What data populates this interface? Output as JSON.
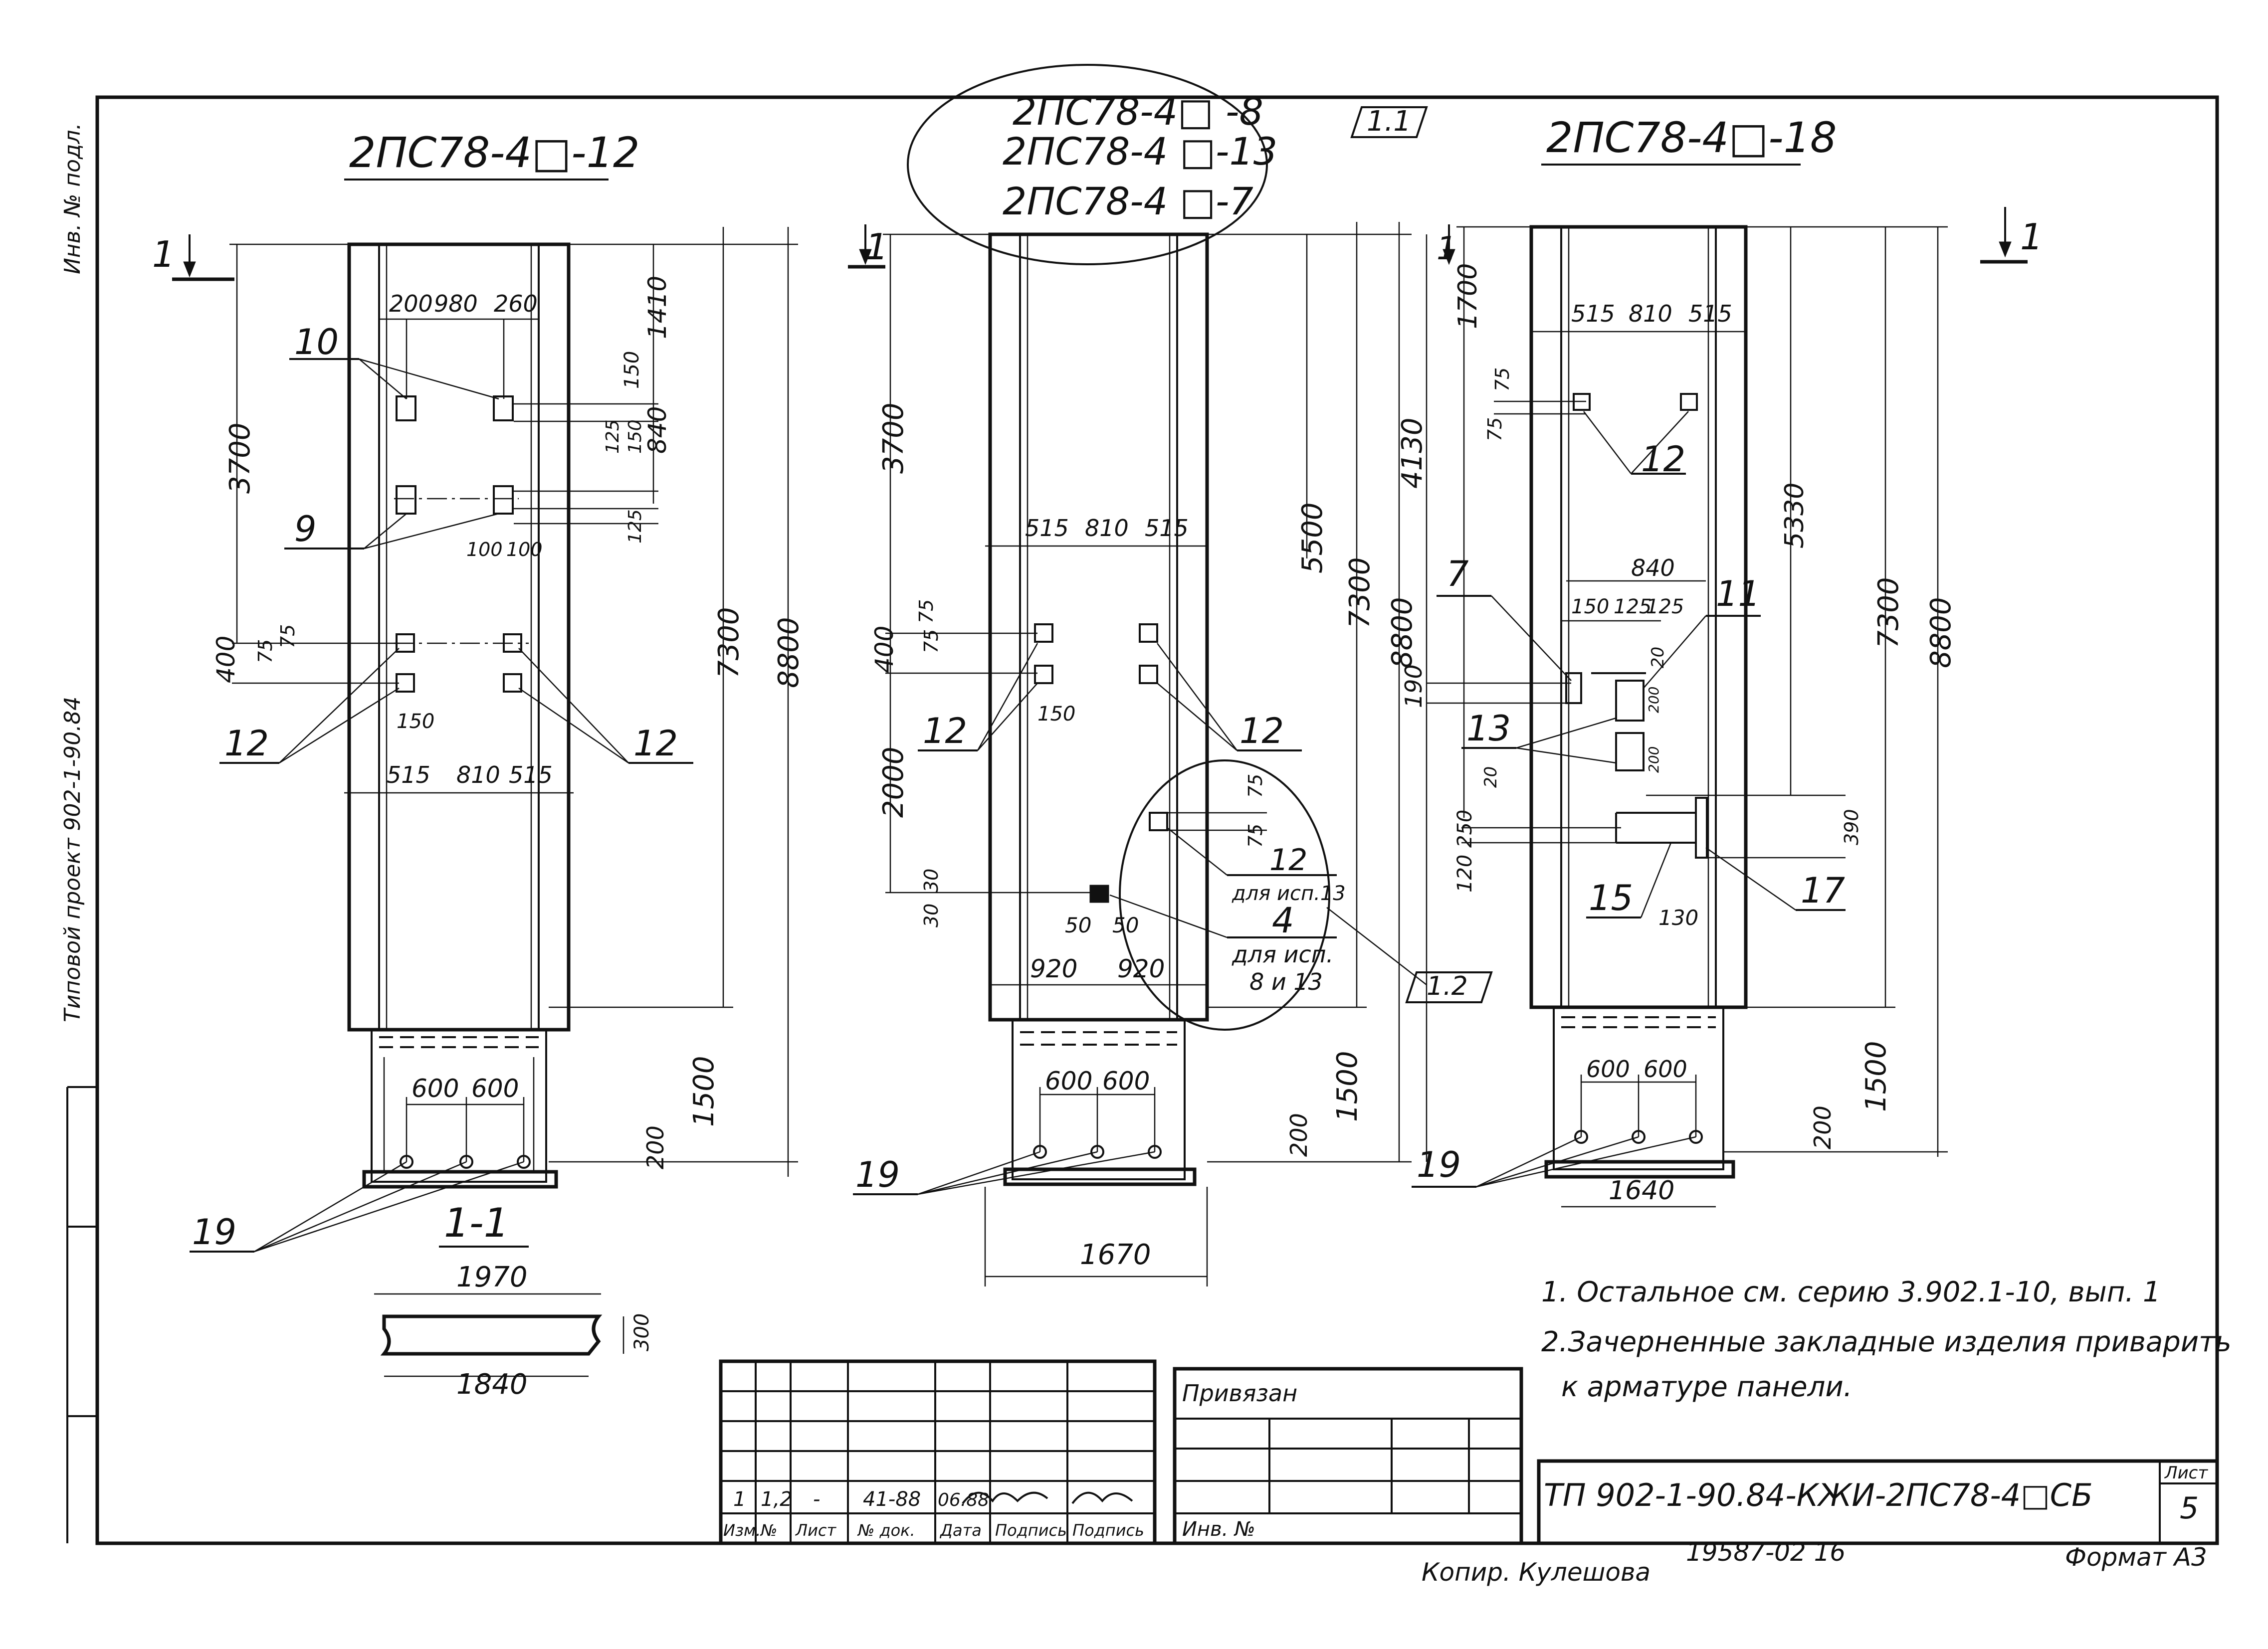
{
  "side_label": {
    "left_top": "Типовой проект 902-1-90.84",
    "left_bottom": "Инв. № подл."
  },
  "panels": [
    {
      "title": "2ПС78-4□-12"
    },
    {
      "title_lines": [
        "2ПС78-4□ -8",
        "2ПС78-4 □-13",
        "2ПС78-4 □-7"
      ],
      "ref_tag": "1.1"
    },
    {
      "title": "2ПС78-4□-18"
    }
  ],
  "section_arrows": [
    "1",
    "1",
    "1",
    "1"
  ],
  "section_title": "1-1",
  "section_dims": {
    "top": "1970",
    "bottom": "1840",
    "height": "300"
  },
  "dims_left": {
    "top": [
      "200",
      "980",
      "260"
    ],
    "right_v": [
      "1410",
      "150",
      "840",
      "150",
      "125",
      "125"
    ],
    "mid": [
      "100",
      "100"
    ],
    "left_v": [
      "3700",
      "400",
      "75",
      "75"
    ],
    "under": [
      "150"
    ],
    "bottom": [
      "515",
      "810",
      "515"
    ],
    "long": [
      "7300",
      "8800",
      "1500",
      "200"
    ],
    "base": [
      "600",
      "600"
    ]
  },
  "dims_middle": {
    "top": [
      "515",
      "810",
      "515"
    ],
    "left_v": [
      "3700",
      "400",
      "75",
      "75",
      "2000",
      "30",
      "30"
    ],
    "under": [
      "150"
    ],
    "circle": [
      "75",
      "75",
      "50",
      "50",
      "920",
      "920"
    ],
    "long": [
      "5500",
      "7300",
      "8800",
      "1500",
      "200"
    ],
    "base": [
      "600",
      "600",
      "1670"
    ]
  },
  "dims_right": {
    "top": [
      "515",
      "810",
      "515"
    ],
    "left_v": [
      "1700",
      "75",
      "75",
      "190",
      "250",
      "120"
    ],
    "mid": [
      "840",
      "150",
      "125",
      "125",
      "20",
      "20",
      "200",
      "200",
      "390",
      "130"
    ],
    "long": [
      "4130",
      "5330",
      "7300",
      "8800",
      "1500",
      "200"
    ],
    "base": [
      "600",
      "600",
      "1640"
    ]
  },
  "callouts": {
    "c10": "10",
    "c9": "9",
    "c12a": "12",
    "c12b": "12",
    "c12c": "12",
    "c12d": "12",
    "c12e": "12",
    "c12f": "12",
    "c4": "4",
    "c7": "7",
    "c11": "11",
    "c13": "13",
    "c15": "15",
    "c17": "17",
    "c19a": "19",
    "c19b": "19",
    "c19c": "19"
  },
  "annotations": {
    "for_13": "для исп.13",
    "for_8_13_a": "для исп.",
    "for_8_13_b": "8 и 13",
    "ref_12": "1.2"
  },
  "notes": [
    "1. Остальное см. серию 3.902.1-10, вып. 1",
    "2.Зачерненные закладные изделия приварить",
    "к арматуре панели."
  ],
  "title_block": {
    "rev_row": [
      "1",
      "1,2",
      "-",
      "41-88",
      "06.88",
      "Подпись",
      "Подпись"
    ],
    "header": [
      "Изм.",
      "№",
      "Лист",
      "№ док.",
      "Дата",
      "Подпись",
      "Подпись"
    ],
    "bound_label": "Привязан",
    "inv_label": "Инв. №",
    "doc_code": "ТП 902-1-90.84-КЖИ-2ПС78-4□СБ",
    "sheet_label": "Лист",
    "sheet_no": "5"
  },
  "footer": {
    "copied": "Копир. Кулешова",
    "order": "19587-02   16",
    "format": "Формат А3"
  }
}
